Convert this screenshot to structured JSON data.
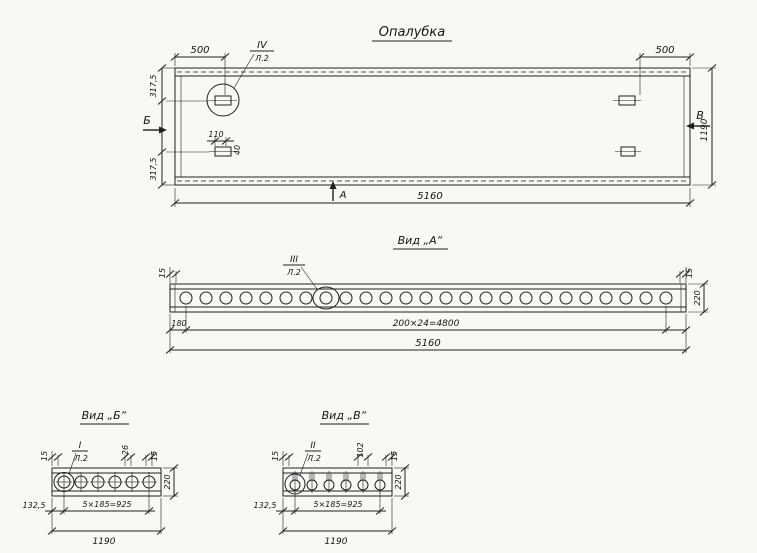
{
  "formwork": {
    "title": "Опалубка",
    "detail_label": "IV",
    "detail_sheet": "Л.2",
    "dim_500_left": "500",
    "dim_500_right": "500",
    "dim_317_top": "317,5",
    "dim_317_bottom": "317,5",
    "dim_110": "110",
    "dim_40": "40",
    "dim_total": "5160",
    "dim_height": "1190",
    "section_left": "Б",
    "section_right": "В",
    "view_arrow": "А"
  },
  "view_a": {
    "title": "Вид „А“",
    "detail_label": "III",
    "detail_sheet": "Л.2",
    "dim_end_left": "15",
    "dim_end_right": "15",
    "dim_first": "180",
    "dim_spacing": "200×24=4800",
    "dim_total": "5160",
    "dim_height": "220"
  },
  "view_b": {
    "title": "Вид „Б“",
    "detail_label": "I",
    "detail_sheet": "Л.2",
    "dim_end_left": "15",
    "dim_mid": "26",
    "dim_end_right": "15",
    "dim_height": "220",
    "dim_first": "132,5",
    "dim_spacing": "5×185=925",
    "dim_total": "1190"
  },
  "view_v": {
    "title": "Вид „В“",
    "detail_label": "II",
    "detail_sheet": "Л.2",
    "dim_end_left": "15",
    "dim_mid": "102",
    "dim_end_right": "15",
    "dim_height": "220",
    "dim_first": "132,5",
    "dim_spacing": "5×185=925",
    "dim_total": "1190"
  }
}
